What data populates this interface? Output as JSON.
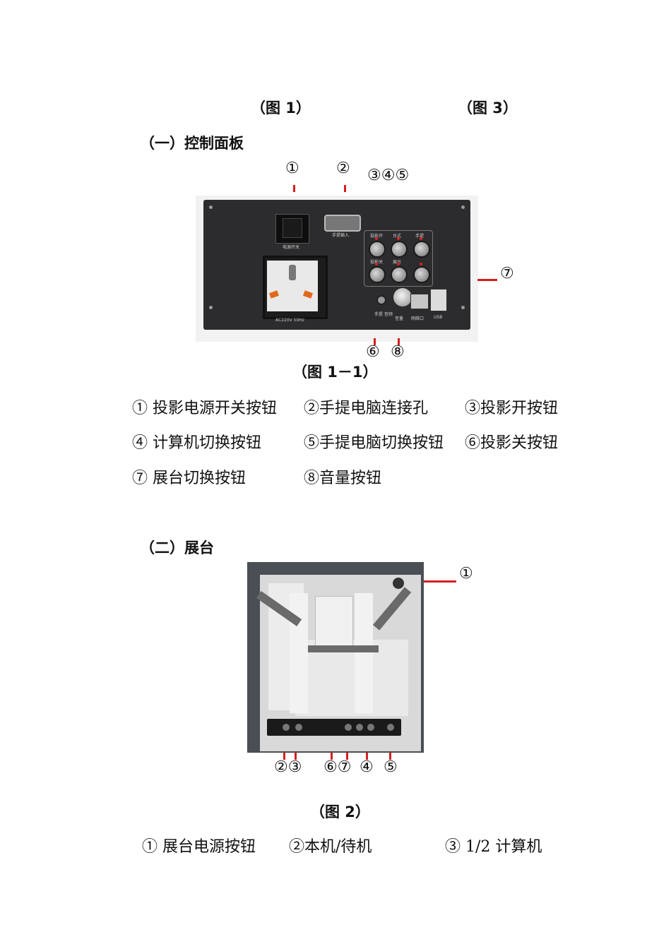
{
  "top_captions": {
    "fig1": "（图 1）",
    "fig3": "（图 3）"
  },
  "section1": {
    "heading": "（一）控制面板",
    "markers_top": [
      "①",
      "②",
      "③④⑤"
    ],
    "marker_right": "⑦",
    "markers_bottom": [
      "⑥",
      "⑧"
    ],
    "panel_labels": {
      "power": "电源开关",
      "vga": "手提输入",
      "b1": "投影开",
      "b2": "台式",
      "b3": "手提",
      "b4": "投影关",
      "b5": "展台",
      "b6": "",
      "audio": "手提\n音频",
      "volume": "音量",
      "lan": "网络口",
      "usb": "USB",
      "socket": "AC220V 50Hz"
    },
    "caption": "（图 1－1）",
    "legend": [
      [
        "① 投影电源开关按钮",
        "②手提电脑连接孔",
        "③投影开按钮"
      ],
      [
        "④ 计算机切换按钮",
        "⑤手提电脑切换按钮",
        "⑥投影关按钮"
      ],
      [
        "⑦ 展台切换按钮",
        "⑧音量按钮",
        ""
      ]
    ]
  },
  "section2": {
    "heading": "（二）展台",
    "marker_right": "①",
    "markers_bottom": [
      "②③",
      "⑥⑦",
      "④",
      "⑤"
    ],
    "caption": "（图 2）",
    "legend": [
      [
        "① 展台电源按钮",
        "②本机/待机",
        "③ 1/2 计算机"
      ]
    ]
  },
  "colors": {
    "marker_red": "#d81e1e",
    "panel_black": "#2c2c2e"
  }
}
